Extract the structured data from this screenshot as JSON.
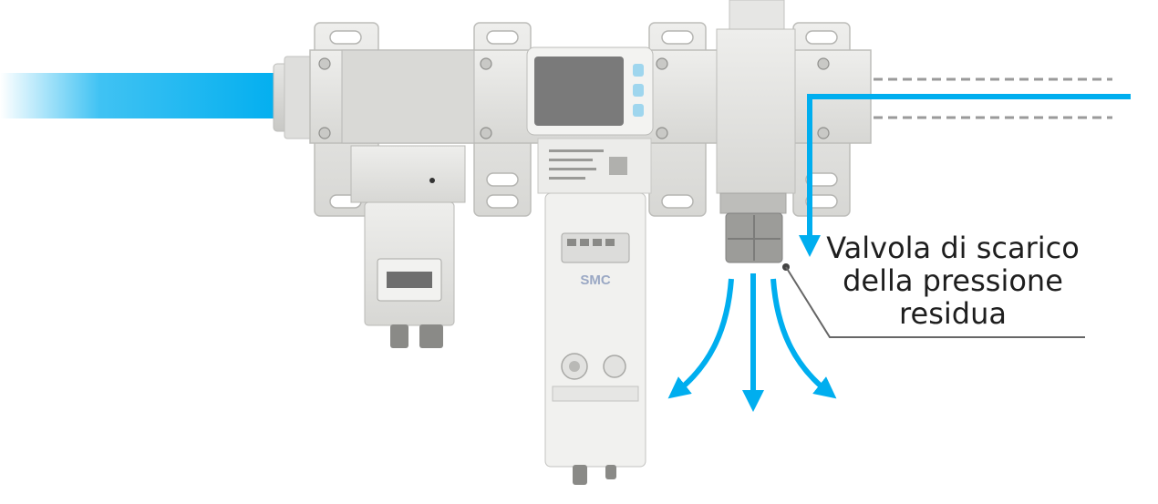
{
  "device": {
    "brand": "SMC"
  },
  "callout": {
    "lines": [
      "Valvola di scarico",
      "della pressione",
      "residua"
    ]
  },
  "colors": {
    "flow": "#00aeef",
    "body": "#e3e3e1",
    "body_dark": "#cfcfcc",
    "frame": "#d8d8d5",
    "display": "#777777",
    "leader": "#555555"
  }
}
